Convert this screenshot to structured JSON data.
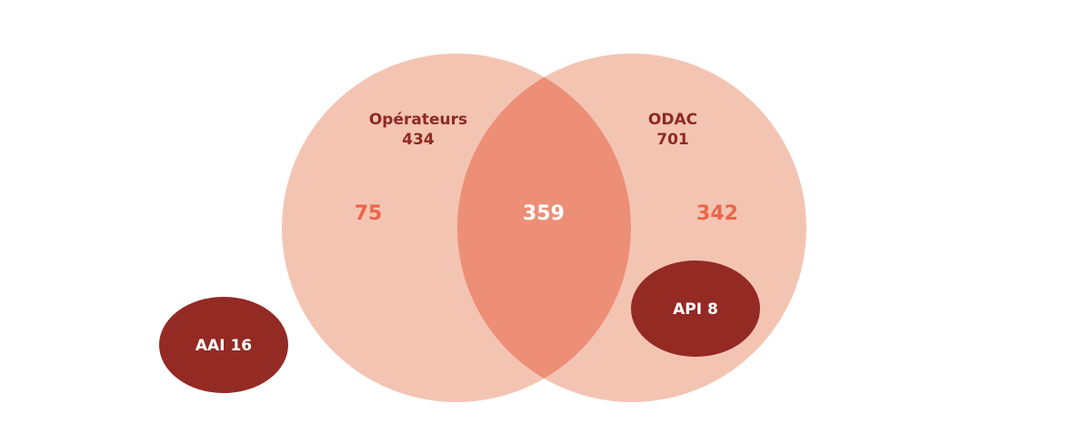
{
  "colors": {
    "set_fill": "#f4c4b3",
    "intersection_fill": "#ed8e77",
    "label_dark": "#8e2a22",
    "value_accent": "#eb6649",
    "value_light": "#ffffff",
    "ellipse_fill": "#942a24",
    "ellipse_text": "#ffffff",
    "background": "#ffffff"
  },
  "sets": {
    "operateurs": {
      "name": "Opérateurs",
      "total": "434"
    },
    "odac": {
      "name": "ODAC",
      "total": "701"
    }
  },
  "regions": {
    "operateurs_only": "75",
    "intersection": "359",
    "odac_only": "342"
  },
  "extra": {
    "aai": "AAI 16",
    "api": "API 8"
  }
}
